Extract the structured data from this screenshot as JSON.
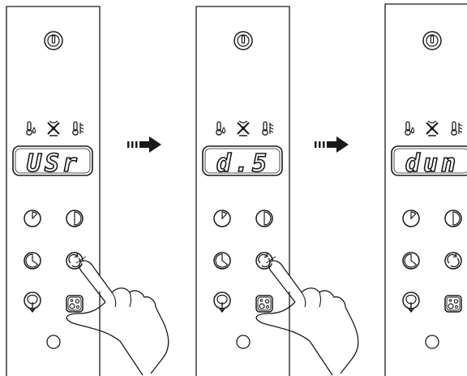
{
  "steps": [
    {
      "display": "USr",
      "status_icons": [
        "temperature-drop-icon",
        "defrost-fan-icon",
        "heater-icon"
      ],
      "buttons": [
        "power-button",
        "timer-start-button",
        "timer-end-button",
        "timer-half-button",
        "cycle-refresh-button",
        "hold-button",
        "clean-mode-button",
        "extra-round-button"
      ],
      "hand_pressing": "cycle-refresh-button"
    },
    {
      "display": "d.5",
      "status_icons": [
        "temperature-drop-icon",
        "defrost-fan-icon",
        "heater-icon"
      ],
      "buttons": [
        "power-button",
        "timer-start-button",
        "timer-end-button",
        "timer-half-button",
        "cycle-refresh-button",
        "hold-button",
        "clean-mode-button",
        "extra-round-button"
      ],
      "hand_pressing": "cycle-refresh-button"
    },
    {
      "display": "dun",
      "status_icons": [
        "temperature-drop-icon",
        "defrost-fan-icon",
        "heater-icon"
      ],
      "buttons": [
        "power-button",
        "timer-start-button",
        "timer-end-button",
        "timer-half-button",
        "cycle-refresh-button",
        "hold-button",
        "clean-mode-button",
        "extra-round-button"
      ],
      "hand_pressing": null
    }
  ],
  "arrows": [
    "step-arrow-1",
    "step-arrow-2"
  ],
  "colors": {
    "line": "#1a1a1a",
    "background": "#ffffff"
  }
}
